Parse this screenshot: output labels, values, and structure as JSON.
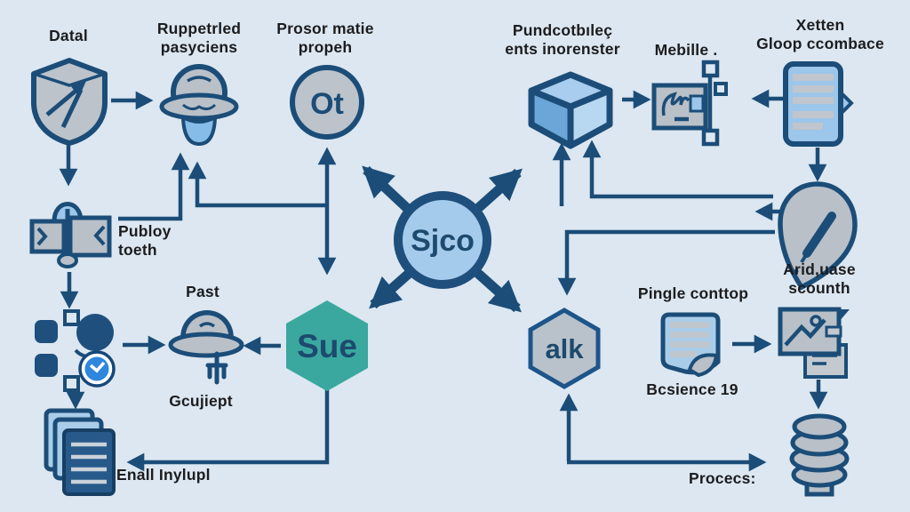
{
  "diagram_title": "",
  "labels": {
    "datal": "Datal",
    "ruppetrled": "Ruppetrled\npasyciens",
    "prosor": "Prosor matie\npropeh",
    "pundcot": "Pundcotbıleç\nents inorenster",
    "mebille": "Mebille .",
    "xetten": "Xetten\nGloop ccombace",
    "publoy": "Publoy\ntoeth",
    "past": "Past",
    "gcujiept": "Gcujiept",
    "enall": "Enall Inylupl",
    "ariduase": "Arid,uase\nscounth",
    "pingle": "Pingle conttop",
    "bcsience": "Bcsience 19",
    "procecs": "Procecs:",
    "hub": "Sjco",
    "sue": "Sue",
    "alk": "alk",
    "ot": "Ot"
  },
  "icons": {
    "datal": "shield-icon",
    "ruppetrled": "person-hat-icon",
    "prosor": "circle-ot-icon",
    "pundcot": "cube-icon",
    "mebille": "chip-icon",
    "xetten": "document-lines-icon",
    "hub": "hub-circle-arrows-icon",
    "sue": "hexagon-teal-icon",
    "alk": "hexagon-gray-icon",
    "publoy": "pin-squares-icon",
    "past": "person-fork-icon",
    "cluster": "shapes-clock-icon",
    "enall": "documents-stack-icon",
    "ariduase": "pen-drop-icon",
    "pingle": "document-curl-icon",
    "photo": "image-card-icon",
    "procecs": "database-icon"
  },
  "colors": {
    "background": "#dce7f1",
    "line_navy": "#1b4d78",
    "dark_navy_fill": "#1e4f7d",
    "light_blue": "#a5cbec",
    "mid_blue": "#6ca6d8",
    "gray_fill": "#b9c0c8",
    "teal": "#3aa89f",
    "clock_blue": "#2e86dd",
    "doc_dark": "#27598a",
    "text": "#1c1c1e"
  },
  "connections": [
    {
      "from": "datal",
      "to": "ruppetrled"
    },
    {
      "from": "datal",
      "to": "publoy"
    },
    {
      "from": "publoy",
      "to": "ruppetrled"
    },
    {
      "from": "elbow-branch",
      "to": "ruppetrled"
    },
    {
      "from": "elbow-branch",
      "to": "prosor"
    },
    {
      "from": "elbow-branch",
      "to": "sue"
    },
    {
      "from": "publoy",
      "to": "cluster"
    },
    {
      "from": "cluster",
      "to": "past"
    },
    {
      "from": "cluster",
      "to": "enall"
    },
    {
      "from": "sue",
      "to": "past"
    },
    {
      "from": "sue",
      "to": "enall"
    },
    {
      "from": "hub",
      "to": "prosor-direction"
    },
    {
      "from": "hub",
      "to": "pundcot-direction"
    },
    {
      "from": "hub",
      "to": "sue-direction"
    },
    {
      "from": "hub",
      "to": "alk-direction"
    },
    {
      "from": "ariduase",
      "to": "pundcot"
    },
    {
      "from": "ariduase",
      "to": "alk"
    },
    {
      "from": "pundcot",
      "to": "mebille"
    },
    {
      "from": "xetten",
      "to": "mebille"
    },
    {
      "from": "xetten",
      "to": "ariduase"
    },
    {
      "from": "alk",
      "to": "pingle"
    },
    {
      "from": "pingle",
      "to": "photo"
    },
    {
      "from": "photo",
      "to": "procecs"
    },
    {
      "from": "bottom-elbow",
      "to": "alk"
    },
    {
      "from": "bottom-elbow",
      "to": "procecs"
    }
  ]
}
